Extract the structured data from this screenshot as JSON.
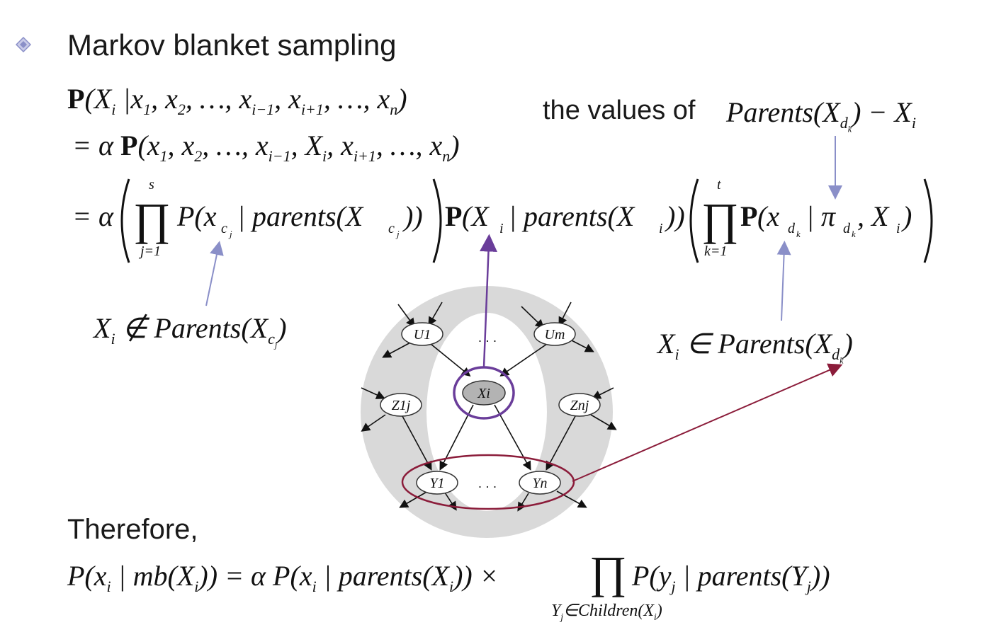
{
  "title": "Markov blanket sampling",
  "values_of_label": "the values of",
  "therefore_label": "Therefore,",
  "graph": {
    "nodes": {
      "u1": "U1",
      "um": "Um",
      "xi": "Xi",
      "z1j": "Z1j",
      "znj": "Znj",
      "y1": "Y1",
      "yn": "Yn"
    },
    "ellipsis": "· · ·"
  },
  "colors": {
    "purple": "#6a3d9a",
    "maroon": "#8b1c3a",
    "arrow_blue": "#8a8fc8",
    "ring_gray": "#d9d9d9",
    "xi_fill": "#b3b3b3"
  }
}
